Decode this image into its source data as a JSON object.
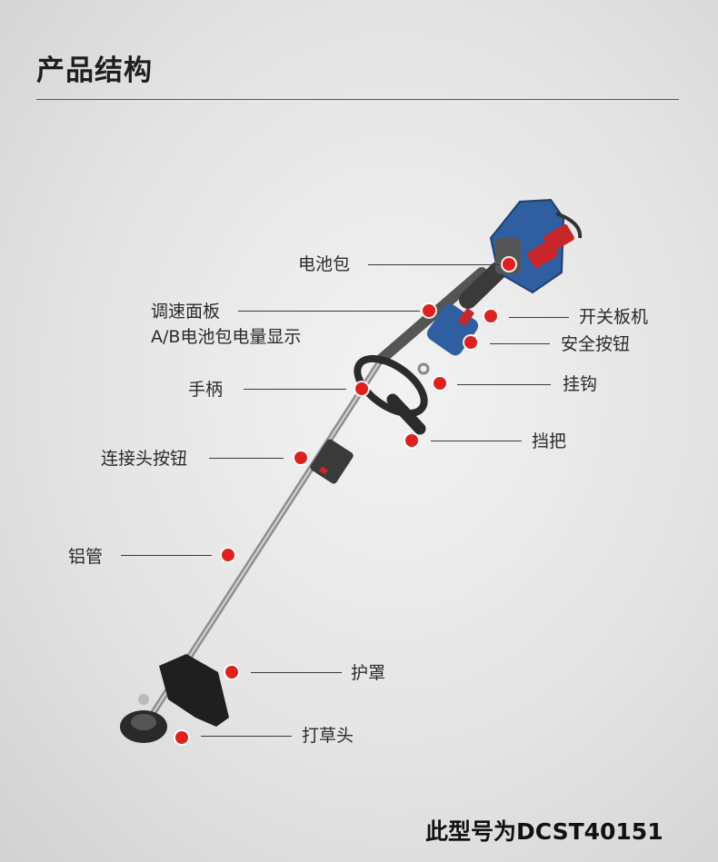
{
  "title": "产品结构",
  "labels": {
    "battery": "电池包",
    "panel_line1": "调速面板",
    "panel_line2": "A/B电池包电量显示",
    "switch": "开关板机",
    "safety": "安全按钮",
    "handle": "手柄",
    "hook": "挂钩",
    "guard_bar": "挡把",
    "connector": "连接头按钮",
    "tube": "铝管",
    "shield": "护罩",
    "head": "打草头"
  },
  "footer": "此型号为DCST40151",
  "colors": {
    "dot": "#e0201f",
    "body_blue": "#2f5fa0",
    "battery_red": "#c9262a"
  }
}
